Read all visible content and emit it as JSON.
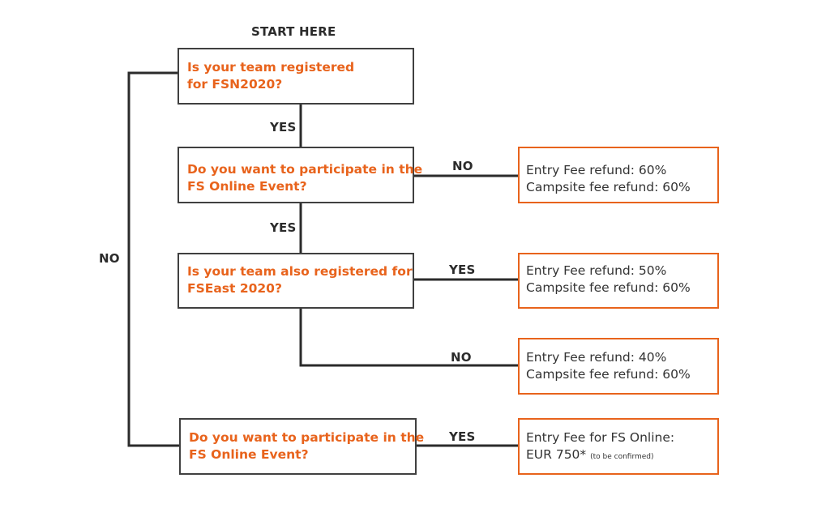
{
  "start_label": "START HERE",
  "questions": {
    "q1": {
      "line1": "Is your team registered",
      "line2": "for FSN2020?"
    },
    "q2": {
      "line1": "Do you want to participate in the",
      "line2": "FS Online Event?"
    },
    "q3": {
      "line1": "Is your team also registered for",
      "line2": "FSEast 2020?"
    },
    "q4": {
      "line1": "Do you want to participate in the",
      "line2": "FS Online Event?"
    }
  },
  "outcomes": {
    "o1": {
      "line1": "Entry Fee refund: 60%",
      "line2": "Campsite fee refund: 60%"
    },
    "o2": {
      "line1": "Entry Fee refund: 50%",
      "line2": "Campsite fee refund: 60%"
    },
    "o3": {
      "line1": "Entry Fee refund: 40%",
      "line2": "Campsite fee refund: 60%"
    },
    "o4": {
      "line1": "Entry Fee for FS Online:",
      "line2": "EUR 750*",
      "note": "(to be confirmed)"
    }
  },
  "edge_labels": {
    "q1_yes": "YES",
    "q2_yes": "YES",
    "q2_no": "NO",
    "q3_yes": "YES",
    "q3_no": "NO",
    "q4_yes": "YES",
    "q1_no": "NO"
  },
  "colors": {
    "accent": "#e8631c",
    "line": "#2b2b2b",
    "box_border": "#404040",
    "text": "#333333"
  }
}
